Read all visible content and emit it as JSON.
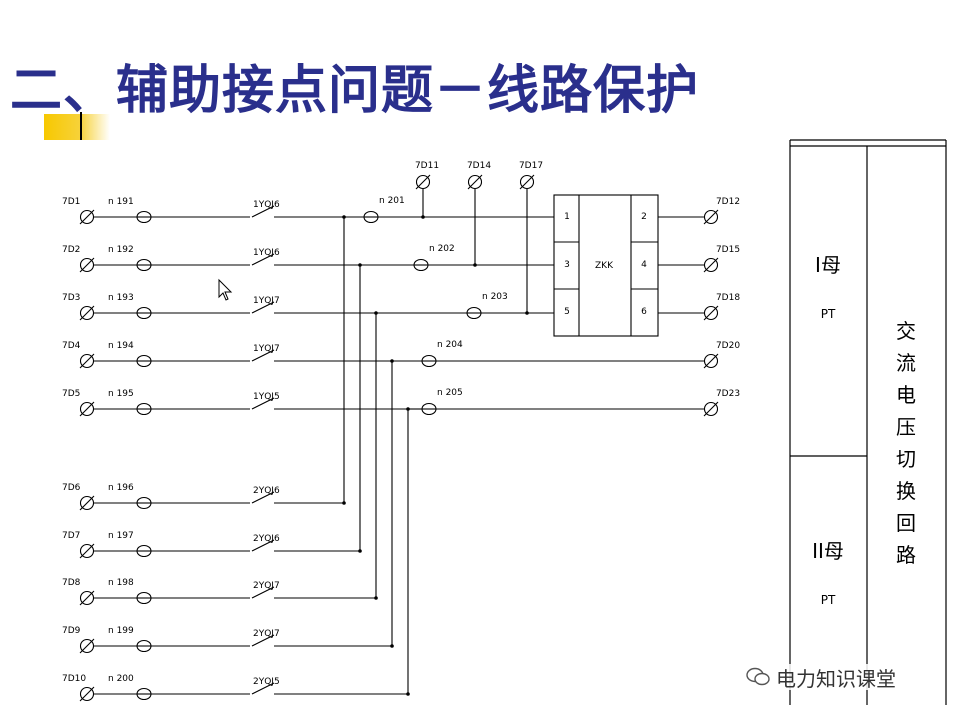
{
  "title": "二、辅助接点问题－线路保护",
  "rows": [
    {
      "terminal": "7D1",
      "fuse": "n 191",
      "contact": "1YQJ6",
      "group": 0
    },
    {
      "terminal": "7D2",
      "fuse": "n 192",
      "contact": "1YQJ6",
      "group": 1
    },
    {
      "terminal": "7D3",
      "fuse": "n 193",
      "contact": "1YQJ7",
      "group": 2
    },
    {
      "terminal": "7D4",
      "fuse": "n 194",
      "contact": "1YQJ7",
      "group": 3
    },
    {
      "terminal": "7D5",
      "fuse": "n 195",
      "contact": "1YQJ5",
      "group": 4
    },
    {
      "terminal": "7D6",
      "fuse": "n 196",
      "contact": "2YQJ6",
      "group": 0
    },
    {
      "terminal": "7D7",
      "fuse": "n 197",
      "contact": "2YQJ6",
      "group": 1
    },
    {
      "terminal": "7D8",
      "fuse": "n 198",
      "contact": "2YQJ7",
      "group": 2
    },
    {
      "terminal": "7D9",
      "fuse": "n 199",
      "contact": "2YQJ7",
      "group": 3
    },
    {
      "terminal": "7D10",
      "fuse": "n 200",
      "contact": "2YQJ5",
      "group": 4
    }
  ],
  "bus_fuses": [
    "n 201",
    "n 202",
    "n 203",
    "n 204",
    "n 205"
  ],
  "top_terminals": [
    "7D11",
    "7D14",
    "7D17"
  ],
  "right_terminals": [
    "7D12",
    "7D15",
    "7D18",
    "7D20",
    "7D23"
  ],
  "switch_box": {
    "label": "ZKK",
    "in_pins": [
      "1",
      "3",
      "5"
    ],
    "out_pins": [
      "2",
      "4",
      "6"
    ]
  },
  "side_panel": {
    "bus1": "I母",
    "bus1_pt": "PT",
    "bus2": "II母",
    "bus2_pt": "PT",
    "vertical": [
      "交",
      "流",
      "电",
      "压",
      "切",
      "换",
      "回",
      "路"
    ]
  },
  "watermark": "电力知识课堂",
  "colors": {
    "title": "#2a2f8c",
    "accent": "#f7c800",
    "line": "#000000"
  }
}
